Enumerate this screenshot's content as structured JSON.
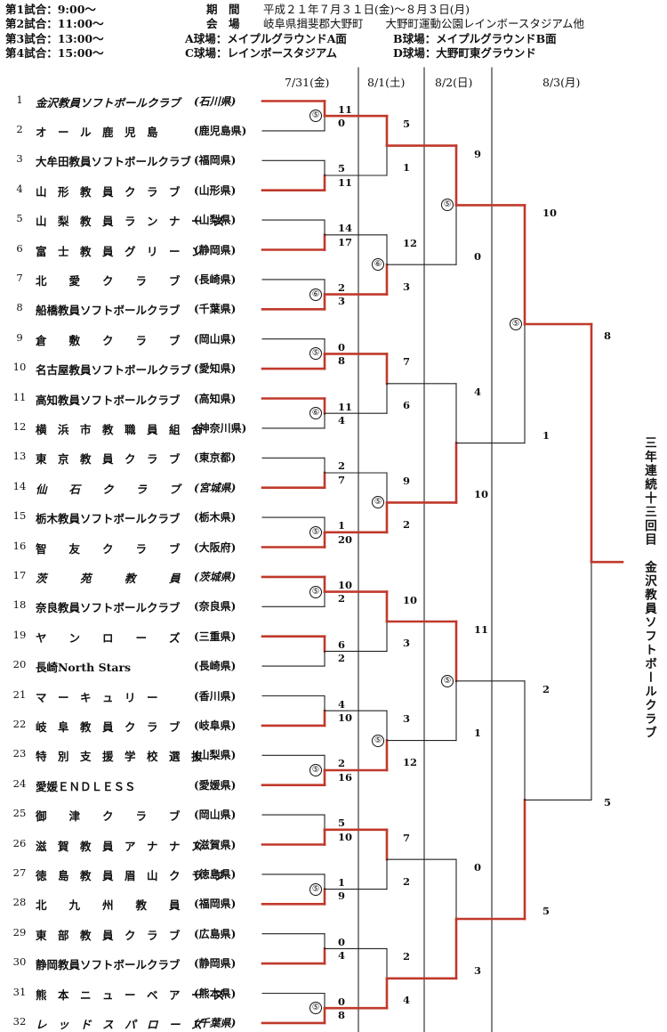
{
  "header": {
    "games": [
      "第1試合：9:00～",
      "第2試合：11:00～",
      "第3試合：13:00～",
      "第4試合：15:00～"
    ],
    "period_label": "期　間",
    "period_value": "平成２１年７月３１日(金)～８月３日(月)",
    "venue_label": "会　場",
    "venue_value": "岐阜県揖斐郡大野町　　大野町運動公園レインボースタジアム他",
    "field_a": "A球場：メイプルグラウンドA面",
    "field_b": "B球場：メイプルグラウンドB面",
    "field_c": "C球場：レインボースタジアム",
    "field_d": "D球場：大野町東グラウンド"
  },
  "dates": [
    "7/31(金)",
    "8/1(土)",
    "8/2(日)",
    "8/3(月)"
  ],
  "teams": [
    {
      "no": "1",
      "name": "金沢教員ソフトボールクラブ",
      "pref": "(石川県)",
      "winner": true
    },
    {
      "no": "2",
      "name": "オ　ー　ル　鹿　児　島",
      "pref": "(鹿児島県)",
      "winner": false
    },
    {
      "no": "3",
      "name": "大牟田教員ソフトボールクラブ",
      "pref": "(福岡県)",
      "winner": false
    },
    {
      "no": "4",
      "name": "山　形　教　員　ク　ラ　ブ",
      "pref": "(山形県)",
      "winner": false
    },
    {
      "no": "5",
      "name": "山　梨　教　員　ラ　ン　ナ　ー　ズ",
      "pref": "(山梨県)",
      "winner": false
    },
    {
      "no": "6",
      "name": "富　士　教　員　グ　リ　ー　ン",
      "pref": "(静岡県)",
      "winner": false
    },
    {
      "no": "7",
      "name": "北　　愛　　ク　　ラ　　ブ",
      "pref": "(長崎県)",
      "winner": false
    },
    {
      "no": "8",
      "name": "船橋教員ソフトボールクラブ",
      "pref": "(千葉県)",
      "winner": false
    },
    {
      "no": "9",
      "name": "倉　　敷　　ク　　ラ　　ブ",
      "pref": "(岡山県)",
      "winner": false
    },
    {
      "no": "10",
      "name": "名古屋教員ソフトボールクラブ",
      "pref": "(愛知県)",
      "winner": false
    },
    {
      "no": "11",
      "name": "高知教員ソフトボールクラブ",
      "pref": "(高知県)",
      "winner": false
    },
    {
      "no": "12",
      "name": "横　浜　市　教　職　員　組　合",
      "pref": "(神奈川県)",
      "winner": false
    },
    {
      "no": "13",
      "name": "東　京　教　員　ク　ラ　ブ",
      "pref": "(東京都)",
      "winner": false
    },
    {
      "no": "14",
      "name": "仙　　石　　ク　　ラ　　ブ",
      "pref": "(宮城県)",
      "winner": true
    },
    {
      "no": "15",
      "name": "栃木教員ソフトボールクラブ",
      "pref": "(栃木県)",
      "winner": false
    },
    {
      "no": "16",
      "name": "智　　友　　ク　　ラ　　ブ",
      "pref": "(大阪府)",
      "winner": false
    },
    {
      "no": "17",
      "name": "茨　　　苑　　　教　　　員",
      "pref": "(茨城県)",
      "winner": true
    },
    {
      "no": "18",
      "name": "奈良教員ソフトボールクラブ",
      "pref": "(奈良県)",
      "winner": false
    },
    {
      "no": "19",
      "name": "ヤ　　ン　　ロ　　ー　　ズ",
      "pref": "(三重県)",
      "winner": false
    },
    {
      "no": "20",
      "name": "長崎North Stars",
      "pref": "(長崎県)",
      "winner": false
    },
    {
      "no": "21",
      "name": "マ　ー　キ　ュ　リ　ー",
      "pref": "(香川県)",
      "winner": false
    },
    {
      "no": "22",
      "name": "岐　阜　教　員　ク　ラ　ブ",
      "pref": "(岐阜県)",
      "winner": false
    },
    {
      "no": "23",
      "name": "特　別　支　援　学　校　選　抜",
      "pref": "(山梨県)",
      "winner": false
    },
    {
      "no": "24",
      "name": "愛媛ＥＮＤＬＥＳＳ",
      "pref": "(愛媛県)",
      "winner": false
    },
    {
      "no": "25",
      "name": "御　　津　　ク　　ラ　　ブ",
      "pref": "(岡山県)",
      "winner": false
    },
    {
      "no": "26",
      "name": "滋　賀　教　員　ア　ナ　ナ　ス",
      "pref": "(滋賀県)",
      "winner": false
    },
    {
      "no": "27",
      "name": "徳　島　教　員　眉　山　ク　ラ　ブ",
      "pref": "(徳島県)",
      "winner": false
    },
    {
      "no": "28",
      "name": "北　　九　　州　　教　　員",
      "pref": "(福岡県)",
      "winner": false
    },
    {
      "no": "29",
      "name": "東　部　教　員　ク　ラ　ブ",
      "pref": "(広島県)",
      "winner": false
    },
    {
      "no": "30",
      "name": "静岡教員ソフトボールクラブ",
      "pref": "(静岡県)",
      "winner": false
    },
    {
      "no": "31",
      "name": "熊　本　ニ　ュ　ー　ベ　ア　ー　ズ",
      "pref": "(熊本県)",
      "winner": false
    },
    {
      "no": "32",
      "name": "レ　ッ　ド　ス　パ　ロ　ー　ズ",
      "pref": "(千葉県)",
      "winner": true
    }
  ],
  "round1_scores": [
    [
      "11",
      "0"
    ],
    [
      "5",
      "11"
    ],
    [
      "14",
      "17"
    ],
    [
      "2",
      "3"
    ],
    [
      "0",
      "8"
    ],
    [
      "11",
      "4"
    ],
    [
      "2",
      "7"
    ],
    [
      "1",
      "20"
    ],
    [
      "10",
      "2"
    ],
    [
      "6",
      "2"
    ],
    [
      "4",
      "10"
    ],
    [
      "2",
      "16"
    ],
    [
      "5",
      "10"
    ],
    [
      "1",
      "9"
    ],
    [
      "0",
      "4"
    ],
    [
      "0",
      "8"
    ]
  ],
  "round2_scores": [
    [
      "5",
      "1"
    ],
    [
      "12",
      "3"
    ],
    [
      "7",
      "6"
    ],
    [
      "9",
      "2"
    ],
    [
      "10",
      "3"
    ],
    [
      "3",
      "12"
    ],
    [
      "7",
      "2"
    ],
    [
      "2",
      "4"
    ]
  ],
  "round3_scores": [
    [
      "9",
      "0"
    ],
    [
      "4",
      "10"
    ],
    [
      "11",
      "1"
    ],
    [
      "0",
      "3"
    ]
  ],
  "semifinal_scores": [
    [
      "10",
      "1"
    ],
    [
      "2",
      "5"
    ]
  ],
  "final_scores": [
    "8"
  ],
  "innings_marks": {
    "round1": [
      "⑤",
      "",
      "",
      "⑥",
      "⑤",
      "⑥",
      "",
      "⑤",
      "⑤",
      "",
      "",
      "⑤",
      "",
      "⑤",
      "",
      "⑤"
    ],
    "round2": [
      "",
      "⑥",
      "",
      "⑤",
      "",
      "⑤",
      "",
      ""
    ],
    "round3": [
      "⑤",
      "",
      "⑤",
      ""
    ],
    "semifinal": [
      "⑤",
      ""
    ]
  },
  "champion_text": "三年連続十三回目　金沢教員ソフトボールクラブ"
}
